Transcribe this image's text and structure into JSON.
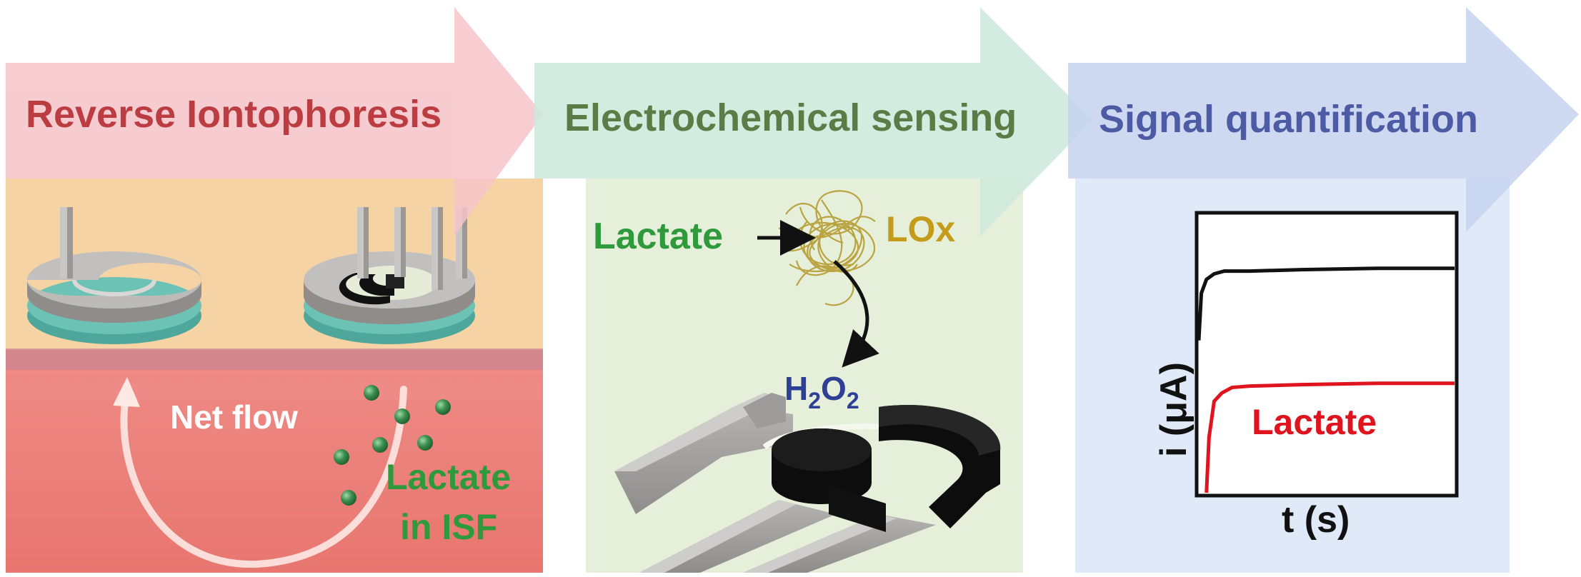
{
  "stages": [
    {
      "label": "Reverse Iontophoresis",
      "color": "#b01c22",
      "fill": "#f6c4c9"
    },
    {
      "label": "Electrochemical sensing",
      "color": "#3f6427",
      "fill": "#cde9da"
    },
    {
      "label": "Signal quantification",
      "color": "#2e3f96",
      "fill": "#c6d3ef"
    }
  ],
  "panel1": {
    "net_flow": "Net flow",
    "lactate_line1": "Lactate",
    "lactate_line2": "in ISF",
    "lactate_color": "#2f9a3c"
  },
  "panel2": {
    "lactate": "Lactate",
    "enzyme": "LOx",
    "enzyme_color": "#c49c1a",
    "product": "H",
    "product_sub1": "2",
    "product_mid": "O",
    "product_sub2": "2",
    "product_color": "#2e3f96"
  },
  "chart_data": {
    "type": "line",
    "xlabel": "t (s)",
    "ylabel": "i (μA)",
    "series": [
      {
        "name": "",
        "color": "#111111",
        "x": [
          0.0,
          0.01,
          0.03,
          0.06,
          0.1,
          0.2,
          0.4,
          0.7,
          1.0
        ],
        "y": [
          0.55,
          0.72,
          0.77,
          0.79,
          0.8,
          0.8,
          0.805,
          0.81,
          0.81
        ]
      },
      {
        "name": "Lactate",
        "color": "#e0141e",
        "x": [
          0.03,
          0.04,
          0.06,
          0.09,
          0.13,
          0.2,
          0.4,
          0.7,
          1.0
        ],
        "y": [
          0.0,
          0.2,
          0.33,
          0.36,
          0.38,
          0.385,
          0.39,
          0.395,
          0.395
        ]
      }
    ],
    "xlim": [
      0,
      1
    ],
    "ylim": [
      0,
      1
    ],
    "grid": false
  }
}
